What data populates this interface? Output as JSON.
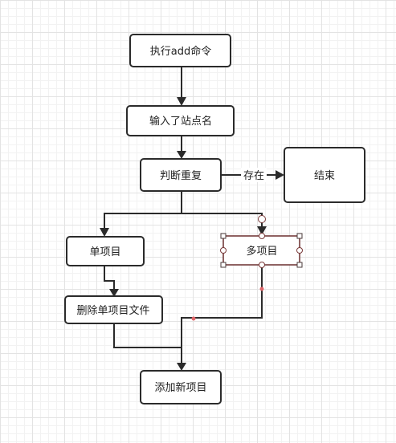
{
  "nodes": {
    "execute_add": "执行add命令",
    "input_site": "输入了站点名",
    "check_duplicate": "判断重复",
    "end": "结束",
    "single_item": "单项目",
    "multi_item": "多项目",
    "delete_single": "删除单项目文件",
    "add_new": "添加新项目"
  },
  "edge_labels": {
    "exists": "存在"
  }
}
